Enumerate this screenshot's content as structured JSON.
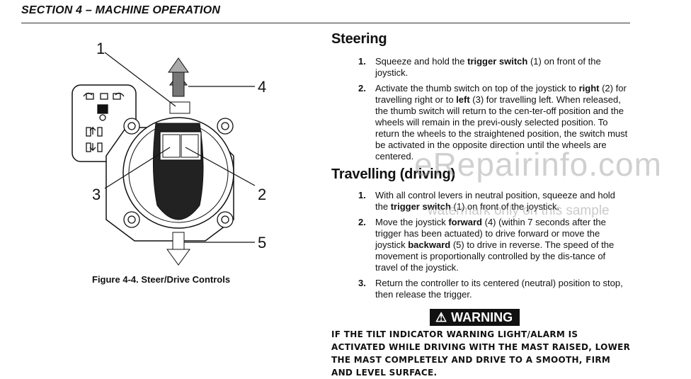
{
  "header": {
    "title": "SECTION 4 – MACHINE OPERATION"
  },
  "figure": {
    "caption": "Figure 4-4. Steer/Drive Controls",
    "callouts": [
      "1",
      "2",
      "3",
      "4",
      "5"
    ]
  },
  "steering": {
    "heading": "Steering",
    "steps": [
      {
        "num": "1.",
        "parts": [
          "Squeeze and hold the ",
          {
            "b": "trigger switch"
          },
          " (1) on front of the joystick."
        ]
      },
      {
        "num": "2.",
        "parts": [
          "Activate the thumb switch on top of the joystick to ",
          {
            "b": "right"
          },
          " (2) for travelling right or to ",
          {
            "b": "left"
          },
          " (3) for travelling left. When released, the thumb switch will return to the cen-ter-off position and the wheels will remain in the previ-ously selected position. To return the wheels to the straightened position, the switch must be activated in the opposite direction until the wheels are centered."
        ]
      }
    ]
  },
  "travelling": {
    "heading": "Travelling (driving)",
    "steps": [
      {
        "num": "1.",
        "parts": [
          "With all control levers in neutral position, squeeze and hold the ",
          {
            "b": "trigger switch"
          },
          " (1) on front of the joystick."
        ]
      },
      {
        "num": "2.",
        "parts": [
          "Move the joystick ",
          {
            "b": "forward"
          },
          " (4) (within 7 seconds after the trigger has been actuated) to drive forward or move the joystick ",
          {
            "b": "backward"
          },
          " (5) to drive in reverse. The speed of the movement is proportionally controlled by the dis-tance of travel of the joystick."
        ]
      },
      {
        "num": "3.",
        "parts": [
          "Return the controller to its centered (neutral) position to stop, then release the trigger."
        ]
      }
    ]
  },
  "warning": {
    "label": "WARNING",
    "icon": "warning-triangle-icon",
    "text": "IF THE TILT INDICATOR WARNING LIGHT/ALARM IS ACTIVATED WHILE DRIVING WITH THE MAST RAISED, LOWER THE MAST COMPLETELY AND DRIVE TO A SMOOTH, FIRM AND LEVEL SURFACE."
  },
  "watermark": {
    "main": "eRepairinfo.com",
    "sub": "watermark only on this sample"
  }
}
